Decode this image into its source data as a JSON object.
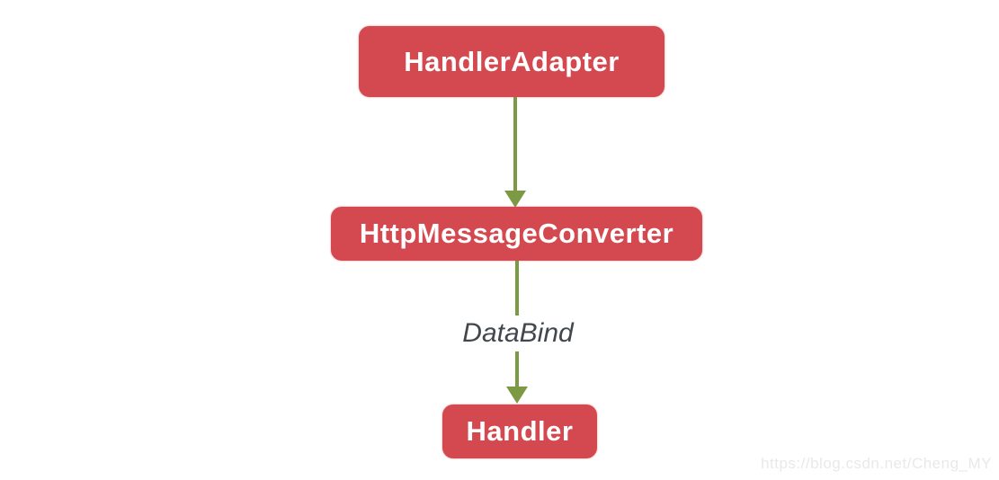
{
  "diagram": {
    "nodes": [
      {
        "id": "handler-adapter",
        "label": "HandlerAdapter"
      },
      {
        "id": "http-message-converter",
        "label": "HttpMessageConverter"
      },
      {
        "id": "handler",
        "label": "Handler"
      }
    ],
    "edges": [
      {
        "from": "handler-adapter",
        "to": "http-message-converter",
        "label": ""
      },
      {
        "from": "http-message-converter",
        "to": "handler",
        "label": "DataBind"
      }
    ]
  },
  "watermark": "https://blog.csdn.net/Cheng_MY",
  "colors": {
    "node_fill": "#d4494f",
    "node_text": "#ffffff",
    "arrow": "#7b9a43",
    "edge_label_text": "#42464d",
    "watermark_text": "#e9e9e9",
    "background": "#ffffff"
  }
}
